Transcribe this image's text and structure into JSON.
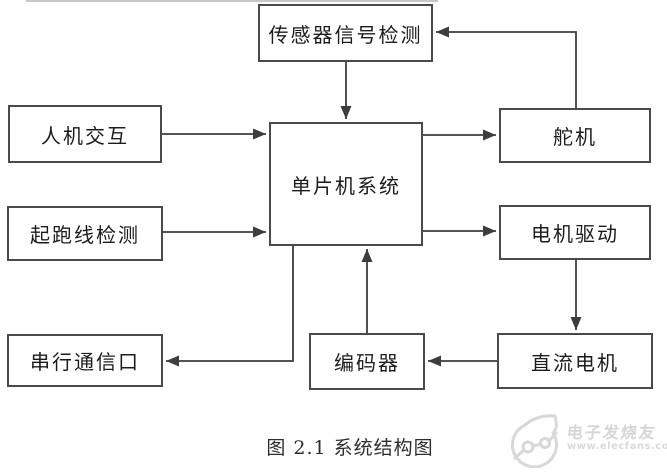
{
  "diagram": {
    "nodes": {
      "sensor": {
        "label": "传感器信号检测"
      },
      "hmi": {
        "label": "人机交互"
      },
      "start_line": {
        "label": "起跑线检测"
      },
      "serial_port": {
        "label": "串行通信口"
      },
      "mcu": {
        "label": "单片机系统"
      },
      "servo": {
        "label": "舵机"
      },
      "motor_drive": {
        "label": "电机驱动"
      },
      "dc_motor": {
        "label": "直流电机"
      },
      "encoder": {
        "label": "编码器"
      }
    },
    "edges": [
      {
        "from": "人机交互",
        "to": "单片机系统"
      },
      {
        "from": "起跑线检测",
        "to": "单片机系统"
      },
      {
        "from": "传感器信号检测",
        "to": "单片机系统"
      },
      {
        "from": "舵机",
        "to": "传感器信号检测"
      },
      {
        "from": "单片机系统",
        "to": "舵机"
      },
      {
        "from": "单片机系统",
        "to": "电机驱动"
      },
      {
        "from": "电机驱动",
        "to": "直流电机"
      },
      {
        "from": "直流电机",
        "to": "编码器"
      },
      {
        "from": "编码器",
        "to": "单片机系统"
      },
      {
        "from": "单片机系统",
        "to": "串行通信口"
      }
    ],
    "caption": "图 2.1 系统结构图",
    "line_color": "#3d3d3d",
    "box_border_color": "#4a4a4a"
  },
  "watermark": {
    "brand": "电子发烧友",
    "url": "www.elecfans.com",
    "color": "#d6d6d6"
  }
}
